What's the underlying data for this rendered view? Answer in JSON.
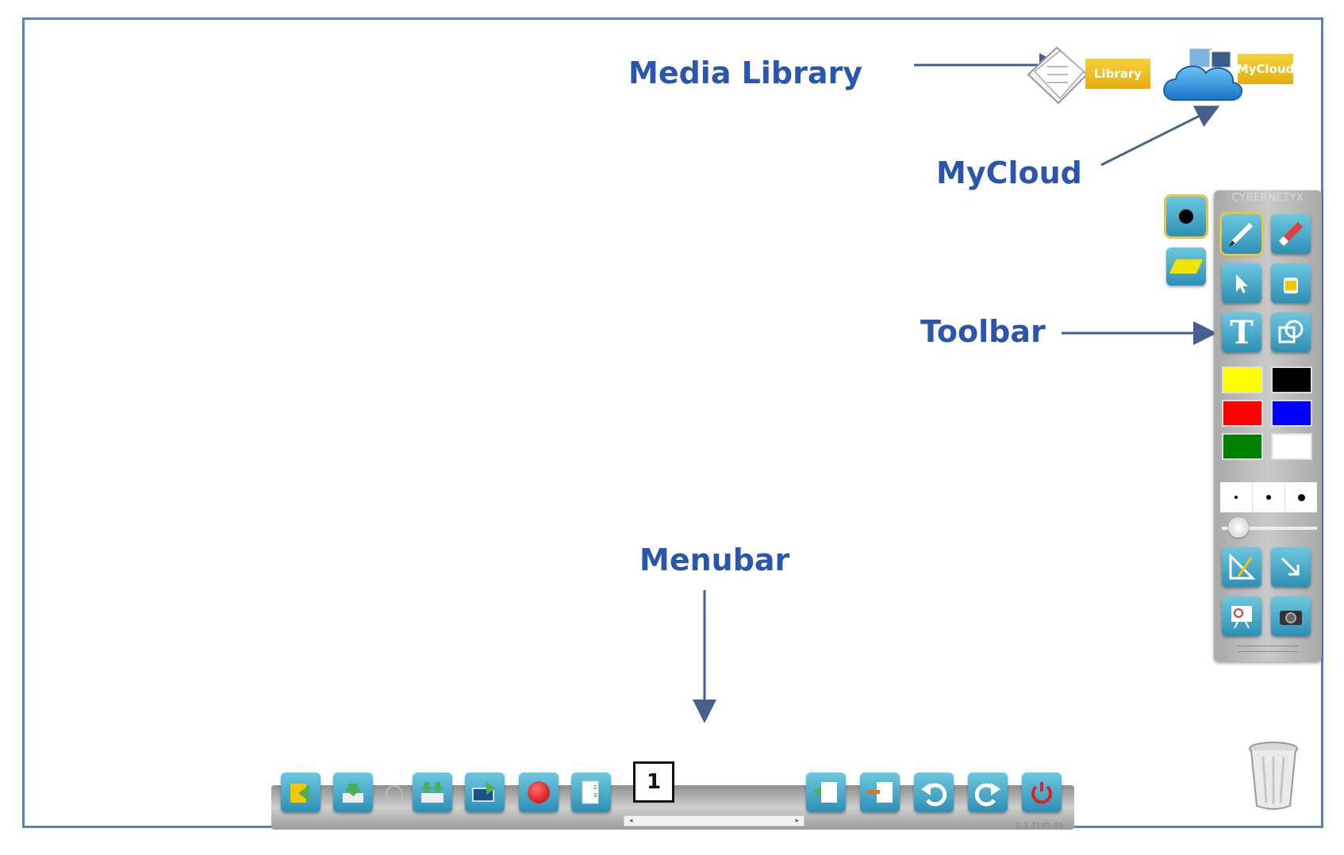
{
  "callouts": {
    "media_library": "Media Library",
    "mycloud": "MyCloud",
    "toolbar": "Toolbar",
    "menubar": "Menubar"
  },
  "top_widgets": {
    "library_label": "Library",
    "mycloud_label": "MyCloud"
  },
  "toolbar": {
    "brand": "CYBERNETYX",
    "tools": [
      "pen-icon",
      "eraser-icon",
      "pointer-icon",
      "fill-bucket-icon",
      "text-icon",
      "shapes-icon",
      "ruler-icon",
      "arrow-icon",
      "presentation-icon",
      "camera-icon"
    ],
    "text_tool_glyph": "T",
    "colors": [
      "#ffff00",
      "#000000",
      "#ff0000",
      "#0000ff",
      "#008000",
      "#ffffff"
    ],
    "sizes": [
      "small",
      "medium",
      "large"
    ],
    "size_slider_value": 0.1
  },
  "menubar": {
    "page_number": "1",
    "version": "1.3.3149.85",
    "items": [
      "open-icon",
      "save-icon",
      "import-icon",
      "export-icon",
      "record-icon",
      "pages-icon",
      "insert-page-icon",
      "remove-page-icon",
      "undo-icon",
      "redo-icon",
      "power-icon"
    ]
  },
  "colors": {
    "accent": "#2a56b0",
    "frame": "#5b7fbf",
    "tile": "#3aa6c9",
    "highlight": "#e8c54a"
  }
}
